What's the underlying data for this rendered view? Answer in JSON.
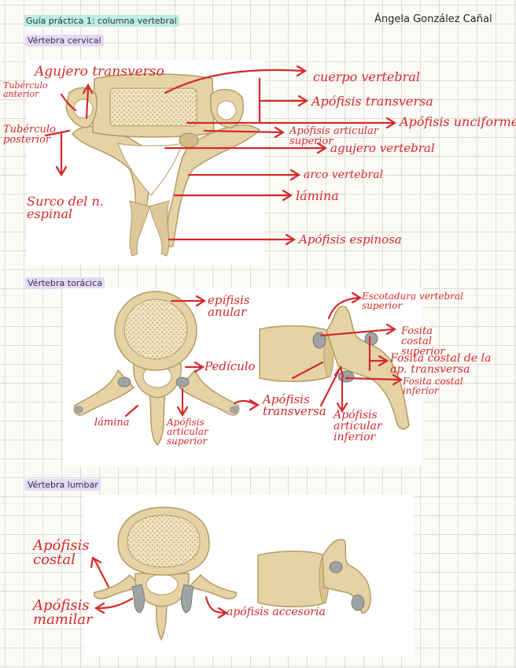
{
  "header": {
    "title": "Guía práctica 1: columna vertebral",
    "author": "Ángela González Cañal"
  },
  "colors": {
    "label_red": "#d42a2a",
    "bone": "#e5d3a6",
    "bone_dark": "#b59b62",
    "highlight_teal": "#bdeee4",
    "highlight_lavender": "#e4dafa"
  },
  "sections": {
    "cervical": {
      "heading": "Vértebra cervical",
      "labels": {
        "agujero_transverso": "Agujero transverso",
        "tuberculo_anterior": "Tubérculo anterior",
        "tuberculo_posterior": "Tubérculo posterior",
        "surco_nervio": "Surco del n. espinal",
        "cuerpo_vertebral": "cuerpo vertebral",
        "apofisis_transversa": "Apófisis transversa",
        "apofisis_unciforme": "Apófisis unciforme",
        "apofisis_articular_superior": "Apófisis articular superior",
        "agujero_vertebral": "agujero vertebral",
        "arco_vertebral": "arco vertebral",
        "lamina": "lámina",
        "apofisis_espinosa": "Apófisis espinosa"
      }
    },
    "toracica": {
      "heading": "Vértebra torácica",
      "labels": {
        "epifisis_anular": "epífisis anular",
        "pediculo": "Pedículo",
        "lamina": "lámina",
        "apofisis_articular_superior": "Apófisis articular superior",
        "apofisis_transversa": "Apófisis transversa",
        "apofisis_articular_inferior": "Apófisis articular inferior",
        "escotadura_vertebral_superior": "Escotadura vertebral superior",
        "fosita_costal_superior": "Fosita costal superior",
        "fosita_costal_ap_transversa": "Fosita costal de la ap. transversa",
        "fosita_costal_inferior": "Fosita costal inferior"
      }
    },
    "lumbar": {
      "heading": "Vértebra lumbar",
      "labels": {
        "apofisis_costal": "Apófisis costal",
        "apofisis_mamilar": "Apófisis mamilar",
        "apofisis_accesoria": "apófisis accesoria"
      }
    }
  }
}
